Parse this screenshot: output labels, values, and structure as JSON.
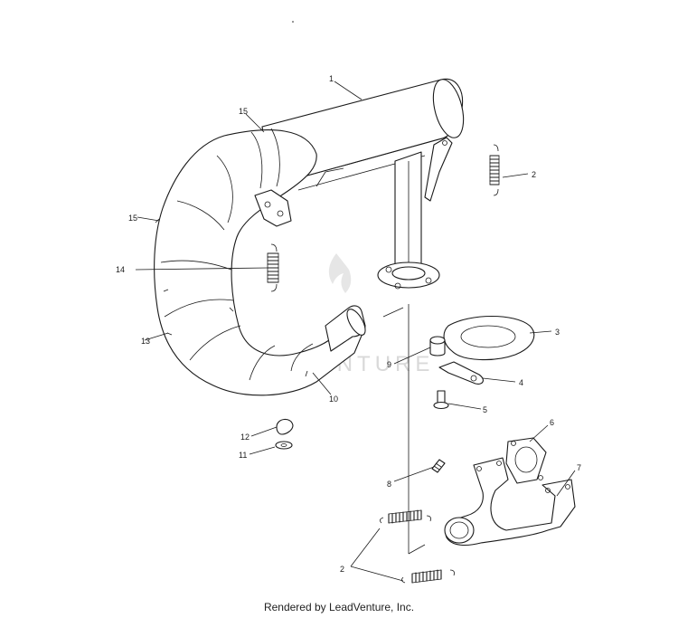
{
  "diagram": {
    "callouts": {
      "c1": "1",
      "c2a": "2",
      "c2b": "2",
      "c3": "3",
      "c4": "4",
      "c5": "5",
      "c6": "6",
      "c7": "7",
      "c8": "8",
      "c9": "9",
      "c10": "10",
      "c11": "11",
      "c12": "12",
      "c13": "13",
      "c14": "14",
      "c15a": "15",
      "c15b": "15"
    },
    "watermark": "LEADVENTURE"
  },
  "footer": {
    "text": "Rendered by LeadVenture, Inc."
  }
}
